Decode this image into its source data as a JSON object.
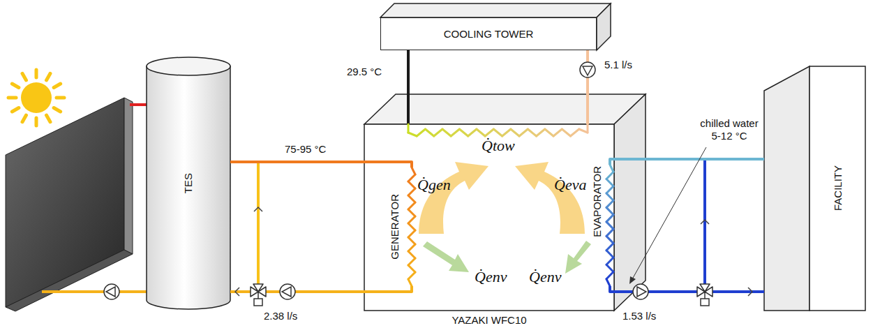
{
  "diagram": {
    "nodes": [
      {
        "text": [
          "COOLING TOWER"
        ]
      },
      {
        "text": [
          "TES"
        ]
      },
      {
        "text": [
          "YAZAKI WFC10"
        ]
      },
      {
        "text": [
          "GENERATOR"
        ],
        "in": 2
      },
      {
        "text": [
          "EVAPORATOR"
        ],
        "in": 2
      },
      {
        "text": [
          "FACILITY"
        ]
      }
    ],
    "edges": [
      {
        "from": 1,
        "to": 3,
        "arrow": "none"
      },
      {
        "from": 3,
        "to": 1,
        "arrow": "none"
      },
      {
        "from": 2,
        "to": 0,
        "arrow": "none"
      },
      {
        "from": 0,
        "to": 2,
        "arrow": "none"
      },
      {
        "from": 4,
        "to": 5,
        "arrow": "none"
      },
      {
        "from": 5,
        "to": 4,
        "arrow": "none"
      }
    ],
    "labels": [
      "75-95 °C",
      "29.5 °C",
      "5.1 l/s",
      "2.38 l/s",
      "1.53 l/s",
      "chilled water 5-12 °C",
      "Q̇gen",
      "Q̇eva",
      "Q̇tow",
      "Q̇env",
      "Q̇env"
    ]
  }
}
